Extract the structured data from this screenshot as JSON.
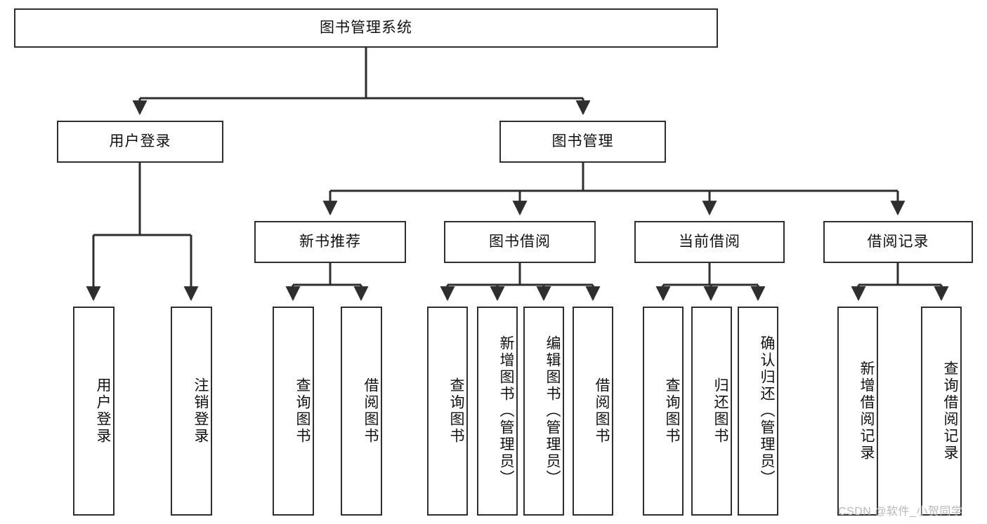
{
  "diagram": {
    "title": "图书管理系统",
    "watermark": "CSDN @软件_小贺同学",
    "line_color": "#2e2e2e",
    "box_fill": "#ffffff",
    "text_color": "#111111",
    "nodes": {
      "root": "图书管理系统",
      "level2": [
        {
          "id": "user-login",
          "label": "用户登录"
        },
        {
          "id": "book-manage",
          "label": "图书管理"
        }
      ],
      "level3": [
        {
          "id": "new-book-recommend",
          "label": "新书推荐"
        },
        {
          "id": "book-borrow",
          "label": "图书借阅"
        },
        {
          "id": "current-borrow",
          "label": "当前借阅"
        },
        {
          "id": "borrow-record",
          "label": "借阅记录"
        }
      ],
      "leaves": [
        {
          "id": "leaf-user-login",
          "label": "用户登录",
          "parent": "user-login"
        },
        {
          "id": "leaf-logout-login",
          "label": "注销登录",
          "parent": "user-login"
        },
        {
          "id": "leaf-query-book-1",
          "label": "查询图书",
          "parent": "new-book-recommend"
        },
        {
          "id": "leaf-borrow-book-1",
          "label": "借阅图书",
          "parent": "new-book-recommend"
        },
        {
          "id": "leaf-query-book-2",
          "label": "查询图书",
          "parent": "book-borrow"
        },
        {
          "id": "leaf-add-book",
          "label": "新增图书（管理员）",
          "parent": "book-borrow"
        },
        {
          "id": "leaf-edit-book",
          "label": "编辑图书（管理员）",
          "parent": "book-borrow"
        },
        {
          "id": "leaf-borrow-book-2",
          "label": "借阅图书",
          "parent": "book-borrow"
        },
        {
          "id": "leaf-query-book-3",
          "label": "查询图书",
          "parent": "current-borrow"
        },
        {
          "id": "leaf-return-book",
          "label": "归还图书",
          "parent": "current-borrow"
        },
        {
          "id": "leaf-confirm-return",
          "label": "确认归还（管理员）",
          "parent": "current-borrow"
        },
        {
          "id": "leaf-add-record",
          "label": "新增借阅记录",
          "parent": "borrow-record"
        },
        {
          "id": "leaf-query-record",
          "label": "查询借阅记录",
          "parent": "borrow-record"
        }
      ]
    }
  }
}
